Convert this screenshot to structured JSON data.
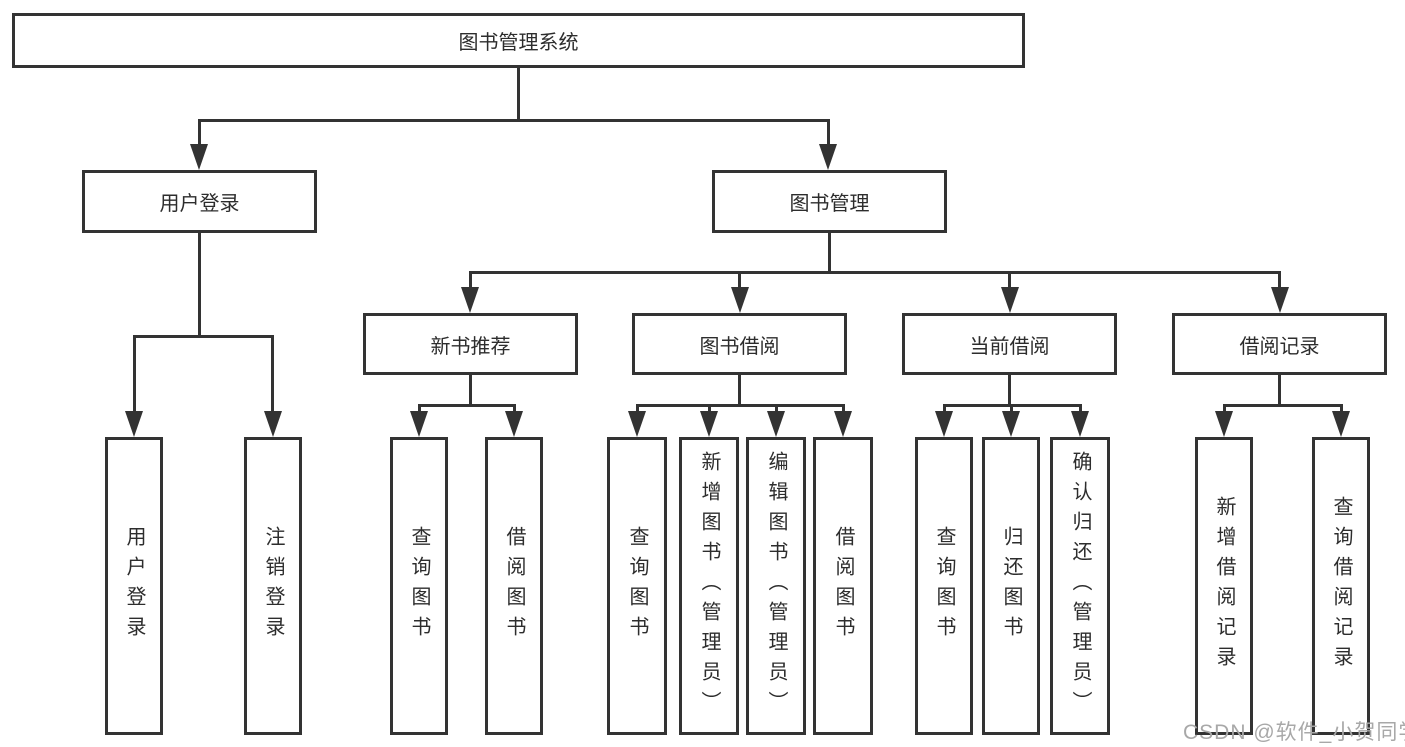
{
  "diagram": {
    "root": "图书管理系统",
    "level2": [
      "用户登录",
      "图书管理"
    ],
    "level3": [
      "新书推荐",
      "图书借阅",
      "当前借阅",
      "借阅记录"
    ],
    "leaves_user_login": [
      "用户登录",
      "注销登录"
    ],
    "leaves_new_book": [
      "查询图书",
      "借阅图书"
    ],
    "leaves_book_borrow": [
      "查询图书",
      "新增图书（管理员）",
      "编辑图书（管理员）",
      "借阅图书"
    ],
    "leaves_current_borrow": [
      "查询图书",
      "归还图书",
      "确认归还（管理员）"
    ],
    "leaves_records": [
      "新增借阅记录",
      "查询借阅记录"
    ]
  },
  "watermark": "CSDN @软件_小贺同学",
  "colors": {
    "line": "#333333",
    "text": "#2d2d2d",
    "watermark": "#a8a8a8",
    "background": "#ffffff"
  }
}
